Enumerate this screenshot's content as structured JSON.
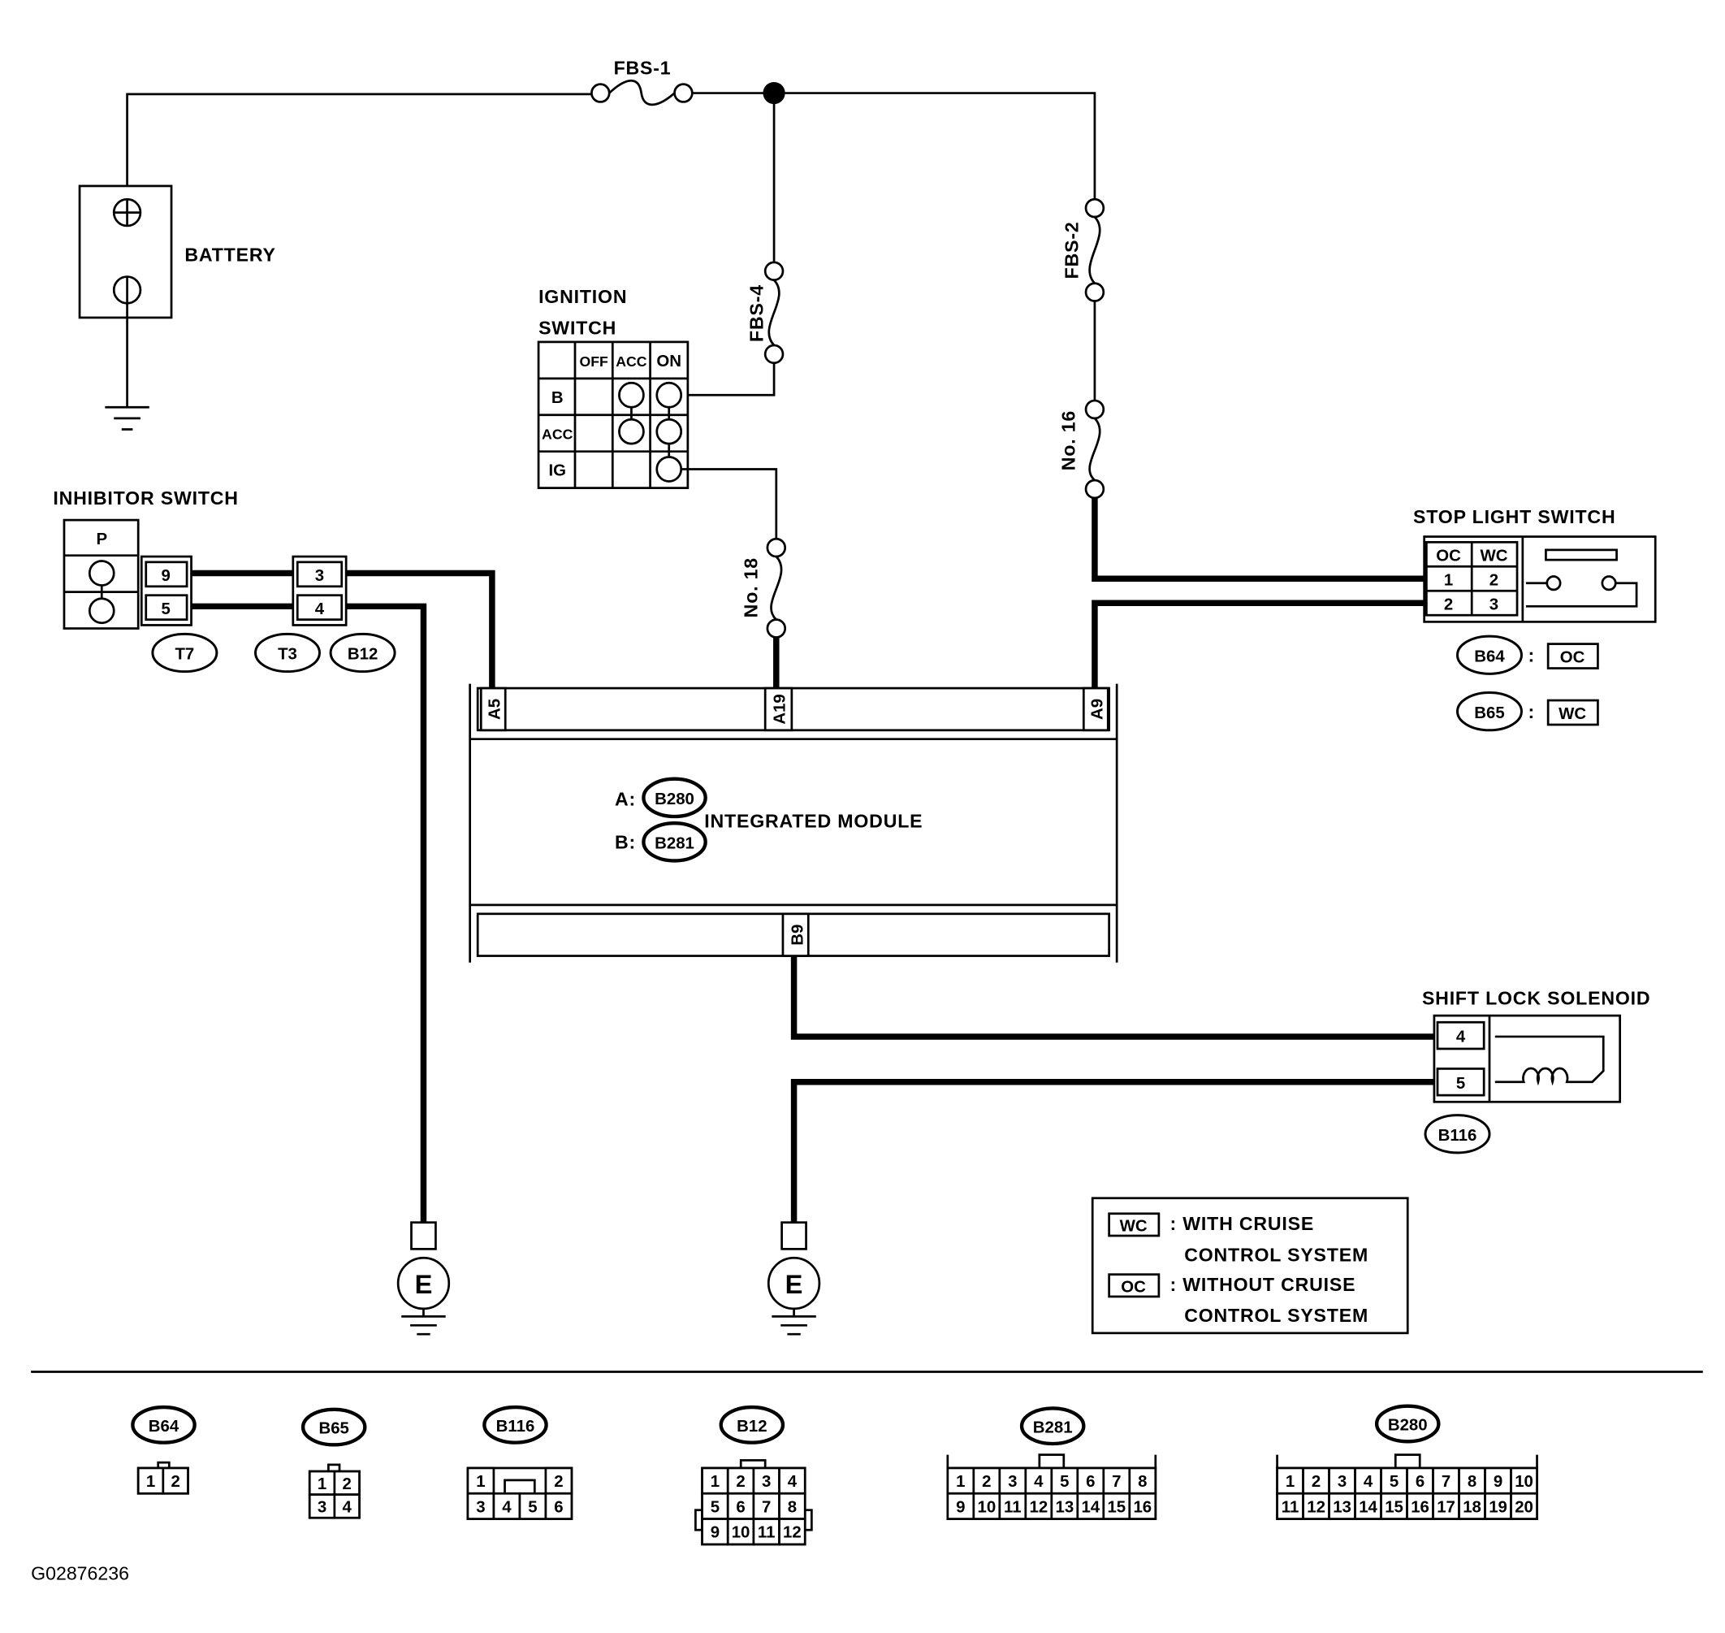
{
  "diagram_id": "G02876236",
  "fuses": {
    "fbs1": "FBS-1",
    "fbs2": "FBS-2",
    "fbs4": "FBS-4",
    "no16": "No. 16",
    "no18": "No. 18"
  },
  "battery": {
    "label": "BATTERY"
  },
  "ignition_switch": {
    "title_line1": "IGNITION",
    "title_line2": "SWITCH",
    "columns": [
      "OFF",
      "ACC",
      "ON"
    ],
    "rows": [
      "B",
      "ACC",
      "IG"
    ]
  },
  "inhibitor_switch": {
    "label": "INHIBITOR SWITCH",
    "position": "P",
    "pins": [
      "9",
      "5"
    ],
    "connector": "T7"
  },
  "junction_connector": {
    "pins": [
      "3",
      "4"
    ],
    "connectors": [
      "T3",
      "B12"
    ]
  },
  "stop_light_switch": {
    "label": "STOP LIGHT SWITCH",
    "columns": [
      "OC",
      "WC"
    ],
    "rows": [
      [
        "1",
        "2"
      ],
      [
        "2",
        "3"
      ]
    ],
    "variants": [
      {
        "connector": "B64",
        "sep": ":",
        "code": "OC"
      },
      {
        "connector": "B65",
        "sep": ":",
        "code": "WC"
      }
    ]
  },
  "integrated_module": {
    "label": "INTEGRATED MODULE",
    "terminals_a": [
      "A5",
      "A19",
      "A9"
    ],
    "terminal_b": "B9",
    "connectors": [
      {
        "prefix": "A:",
        "id": "B280"
      },
      {
        "prefix": "B:",
        "id": "B281"
      }
    ]
  },
  "shift_lock_solenoid": {
    "label": "SHIFT LOCK SOLENOID",
    "pins": [
      "4",
      "5"
    ],
    "connector": "B116"
  },
  "grounds": [
    "E",
    "E"
  ],
  "legend": [
    {
      "code": "WC",
      "line1": ": WITH CRUISE",
      "line2": "CONTROL SYSTEM"
    },
    {
      "code": "OC",
      "line1": ": WITHOUT CRUISE",
      "line2": "CONTROL SYSTEM"
    }
  ],
  "connector_views": [
    {
      "id": "B64",
      "rows": [
        [
          "1",
          "2"
        ]
      ]
    },
    {
      "id": "B65",
      "rows": [
        [
          "1",
          "2"
        ],
        [
          "3",
          "4"
        ]
      ]
    },
    {
      "id": "B116",
      "rows": [
        [
          "1",
          "2"
        ],
        [
          "3",
          "4",
          "5",
          "6"
        ]
      ]
    },
    {
      "id": "B12",
      "rows": [
        [
          "1",
          "2",
          "3",
          "4"
        ],
        [
          "5",
          "6",
          "7",
          "8"
        ],
        [
          "9",
          "10",
          "11",
          "12"
        ]
      ]
    },
    {
      "id": "B281",
      "rows": [
        [
          "1",
          "2",
          "3",
          "4",
          "5",
          "6",
          "7",
          "8"
        ],
        [
          "9",
          "10",
          "11",
          "12",
          "13",
          "14",
          "15",
          "16"
        ]
      ]
    },
    {
      "id": "B280",
      "rows": [
        [
          "1",
          "2",
          "3",
          "4",
          "5",
          "6",
          "7",
          "8",
          "9",
          "10"
        ],
        [
          "11",
          "12",
          "13",
          "14",
          "15",
          "16",
          "17",
          "18",
          "19",
          "20"
        ]
      ]
    }
  ],
  "colors": {
    "line": "#000000",
    "background": "#ffffff"
  }
}
